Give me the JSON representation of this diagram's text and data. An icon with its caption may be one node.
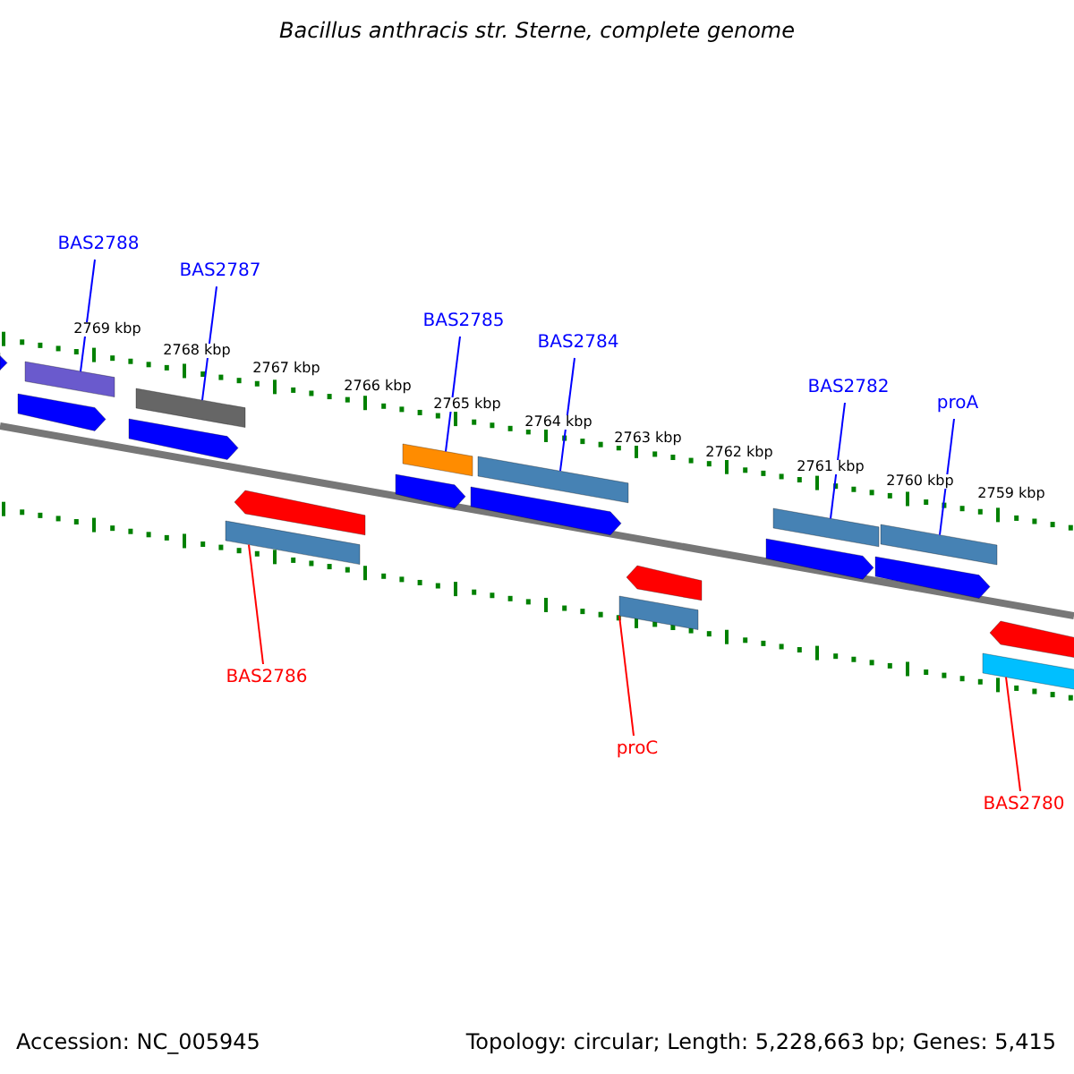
{
  "diagram": {
    "title": "Bacillus anthracis str. Sterne, complete genome",
    "nodes": [
      {
        "text": [
          "BAS2788"
        ]
      },
      {
        "text": [
          "BAS2787"
        ]
      },
      {
        "text": [
          "BAS2785"
        ]
      },
      {
        "text": [
          "BAS2784"
        ]
      },
      {
        "text": [
          "BAS2782"
        ]
      },
      {
        "text": [
          "proA"
        ]
      },
      {
        "text": [
          "BAS2786"
        ]
      },
      {
        "text": [
          "proC"
        ]
      },
      {
        "text": [
          "BAS2780"
        ]
      },
      {
        "text": [],
        "shape": "bar"
      },
      {
        "text": [],
        "shape": "bar"
      },
      {
        "text": [],
        "shape": "bar"
      },
      {
        "text": [],
        "shape": "bar"
      },
      {
        "text": [],
        "shape": "bar"
      },
      {
        "text": [],
        "shape": "bar"
      },
      {
        "text": [],
        "shape": "bar"
      },
      {
        "text": [],
        "shape": "bar"
      },
      {
        "text": [],
        "shape": "bar"
      },
      {
        "text": [],
        "shape": "bar"
      },
      {
        "text": [],
        "shape": "bar"
      },
      {
        "text": [],
        "shape": "bar"
      },
      {
        "text": [],
        "shape": "bar"
      },
      {
        "text": [],
        "shape": "bar"
      },
      {
        "text": [],
        "shape": "bar"
      },
      {
        "text": [],
        "shape": "bar"
      },
      {
        "text": [],
        "shape": "bar"
      },
      {
        "text": [],
        "shape": "bar"
      },
      {
        "text": [],
        "shape": "bar"
      }
    ],
    "edges": [
      {
        "from": 0,
        "to": 9,
        "arrow": "none"
      },
      {
        "from": 1,
        "to": 10,
        "arrow": "none"
      },
      {
        "from": 2,
        "to": 11,
        "arrow": "none"
      },
      {
        "from": 3,
        "to": 12,
        "arrow": "none"
      },
      {
        "from": 4,
        "to": 13,
        "arrow": "none"
      },
      {
        "from": 5,
        "to": 14,
        "arrow": "none"
      },
      {
        "from": 6,
        "to": 15,
        "arrow": "none",
        "color": "#ff0000"
      },
      {
        "from": 7,
        "to": 16,
        "arrow": "none",
        "color": "#ff0000"
      },
      {
        "from": 8,
        "to": 17,
        "arrow": "none",
        "color": "#ff0000"
      }
    ],
    "labels": [
      "2769 kbp",
      "2768 kbp",
      "2767 kbp",
      "2766 kbp",
      "2765 kbp",
      "2764 kbp",
      "2763 kbp",
      "2762 kbp",
      "2761 kbp",
      "2760 kbp",
      "2759 kbp",
      "Accession: NC_005945",
      "Topology: circular; Length: 5,228,663 bp; Genes: 5,415"
    ]
  }
}
